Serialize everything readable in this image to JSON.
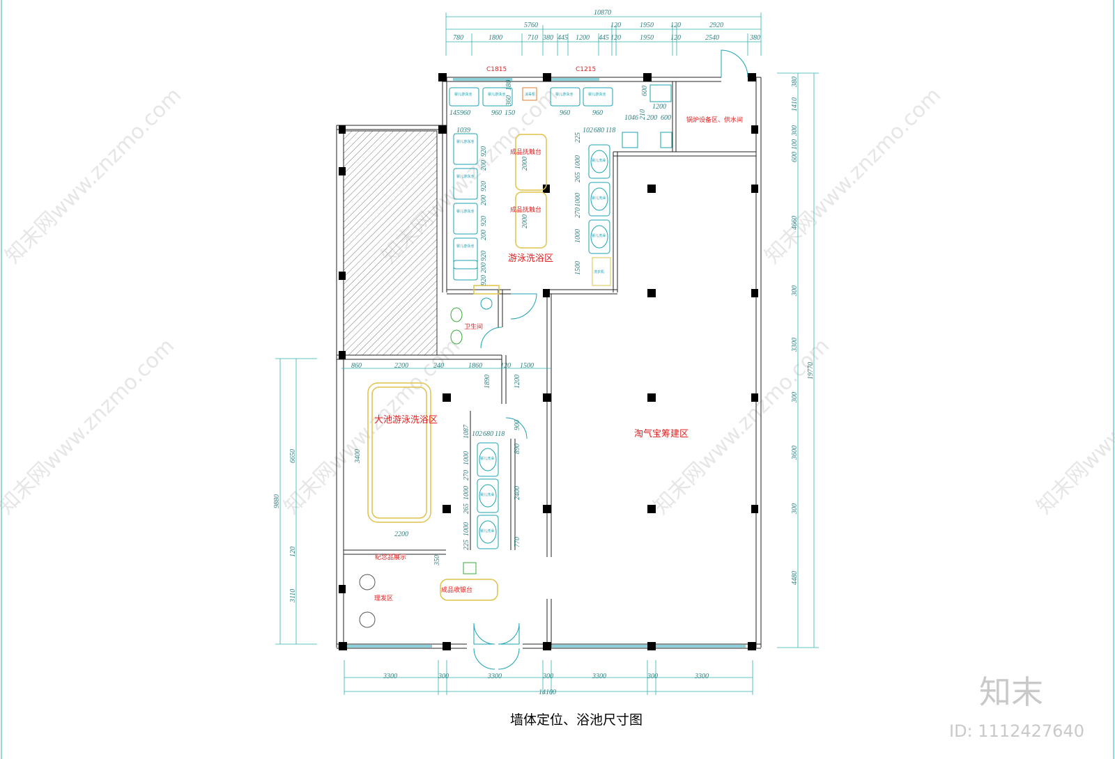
{
  "caption": "墙体定位、浴池尺寸图",
  "brand": {
    "logo_text": "知末",
    "id_text": "ID: 1112427640",
    "watermark": "知末网www.znzmo.com"
  },
  "rooms": {
    "swim_bath": "游泳洗浴区",
    "big_pool": "大池游泳洗浴区",
    "baby_zone": "淘气宝筹建区",
    "toilet": "卫生间",
    "boiler": "锅炉设备区、供水间",
    "massage_1": "成品抚触台",
    "massage_2": "成品抚触台",
    "souvenir": "纪念品展示",
    "haircut": "理发区",
    "cashier": "成品收银台",
    "window_1": "C1815",
    "window_2": "C1215"
  },
  "fixture_labels": {
    "tub": "婴儿游泳池",
    "bath": "婴儿洗澡",
    "washer": "洗衣机",
    "misc": "消毒柜"
  },
  "dims": {
    "top_total": "10870",
    "top_r1": [
      "5760",
      "120",
      "1950",
      "120",
      "2920"
    ],
    "top_r2": [
      "780",
      "1800",
      "710",
      "380",
      "445",
      "1200",
      "445",
      "120",
      "1950",
      "120",
      "2540",
      "380"
    ],
    "bottom": [
      "3300",
      "300",
      "3300",
      "300",
      "3300",
      "300",
      "3300"
    ],
    "bottom_total": "14100",
    "right": [
      "380",
      "1410",
      "300",
      "100",
      "600",
      "4660",
      "300",
      "3300",
      "300",
      "3600",
      "300",
      "4480"
    ],
    "right_total": "19770",
    "left": [
      "6650",
      "120",
      "3110"
    ],
    "left_total": "9880",
    "upper_row": [
      "960",
      "960",
      "960",
      "960"
    ],
    "upper_small": [
      "145",
      "150",
      "360",
      "180"
    ],
    "col_left": [
      "1039",
      "920",
      "200",
      "920",
      "200",
      "920",
      "200",
      "920",
      "200",
      "920"
    ],
    "massage": [
      "2000",
      "2000"
    ],
    "col_right_top": [
      "102",
      "680",
      "118"
    ],
    "col_right": [
      "225",
      "1000",
      "265",
      "1000",
      "270",
      "1000",
      "1500"
    ],
    "boiler": [
      "600",
      "1200",
      "1046",
      "200",
      "600",
      "210"
    ],
    "pool_top": [
      "860",
      "2200",
      "240",
      "1860",
      "120",
      "1500"
    ],
    "pool": [
      "3400",
      "2200"
    ],
    "pool_side": [
      "1890",
      "1200",
      "900"
    ],
    "lower_col_top": [
      "102",
      "680",
      "118",
      "1087"
    ],
    "lower_col": [
      "1000",
      "270",
      "1000",
      "265",
      "1000",
      "225"
    ],
    "lower_right": [
      "890",
      "2400",
      "770"
    ],
    "cashier_dim": "350"
  },
  "colors": {
    "wall": "#000000",
    "dim": "#2a7f7f",
    "label": "#e02020",
    "fixture": "#1aa3b5",
    "outline": "#dfc24a"
  }
}
